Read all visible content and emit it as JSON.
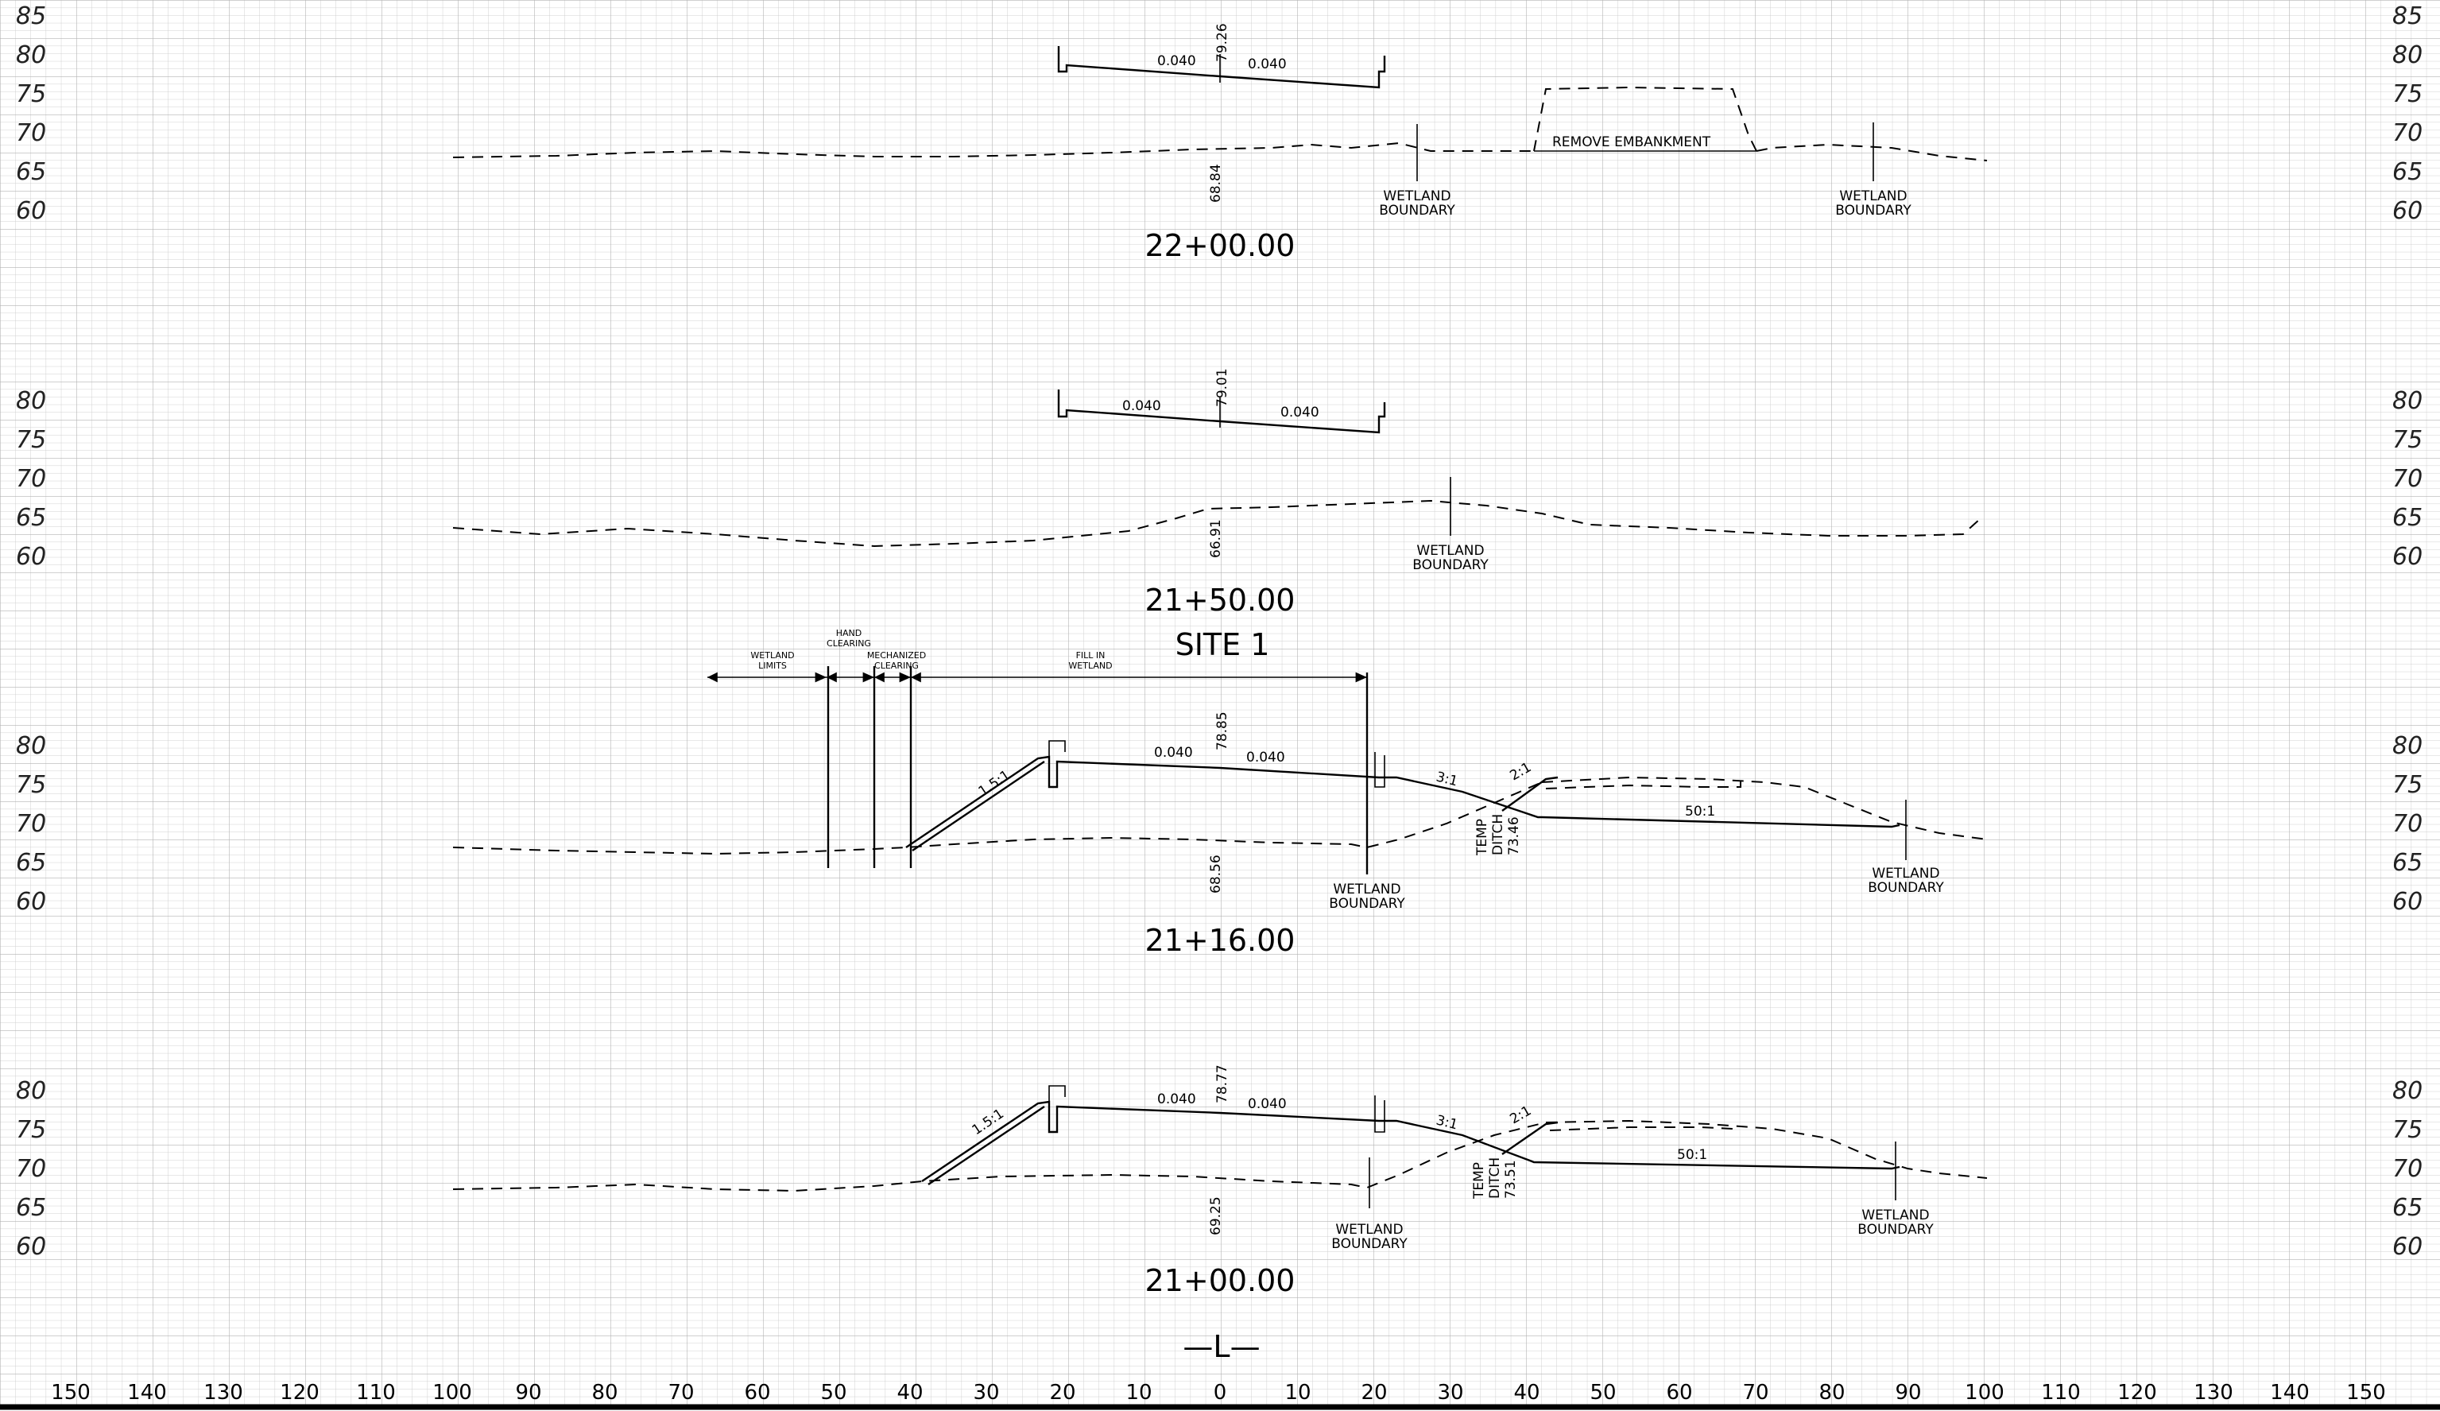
{
  "sections": [
    {
      "station": "22+00.00",
      "elevations": [
        "85",
        "80",
        "75",
        "70",
        "65",
        "60"
      ],
      "slope_left": "0.040",
      "slope_right": "0.040",
      "crown_elev": "79.26",
      "ground_elev": "68.84",
      "annotations": {
        "remove": "REMOVE EMBANKMENT"
      },
      "wetland_labels": [
        [
          "WETLAND",
          "BOUNDARY"
        ],
        [
          "WETLAND",
          "BOUNDARY"
        ]
      ]
    },
    {
      "station": "21+50.00",
      "elevations": [
        "80",
        "75",
        "70",
        "65",
        "60"
      ],
      "slope_left": "0.040",
      "slope_right": "0.040",
      "crown_elev": "79.01",
      "ground_elev": "66.91",
      "wetland_labels": [
        [
          "WETLAND",
          "BOUNDARY"
        ]
      ]
    },
    {
      "station": "21+16.00",
      "elevations": [
        "80",
        "75",
        "70",
        "65",
        "60"
      ],
      "slope_left": "0.040",
      "slope_right": "0.040",
      "crown_elev": "78.85",
      "ground_elev": "68.56",
      "side_slope": "1.5:1",
      "slope_3": "3:1",
      "slope_2": "2:1",
      "slope_50": "50:1",
      "ditch": [
        "TEMP",
        "DITCH",
        "73.46"
      ],
      "wetland_labels": [
        [
          "WETLAND",
          "BOUNDARY"
        ],
        [
          "WETLAND",
          "BOUNDARY"
        ]
      ],
      "limits": {
        "wetland_limits": [
          "WETLAND",
          "LIMITS"
        ],
        "hand_clearing": [
          "HAND",
          "CLEARING"
        ],
        "mechanized_clearing": [
          "MECHANIZED",
          "CLEARING"
        ],
        "fill_in_wetland": [
          "FILL IN",
          "WETLAND"
        ]
      }
    },
    {
      "station": "21+00.00",
      "elevations": [
        "80",
        "75",
        "70",
        "65",
        "60"
      ],
      "slope_left": "0.040",
      "slope_right": "0.040",
      "crown_elev": "78.77",
      "ground_elev": "69.25",
      "side_slope": "1.5:1",
      "slope_3": "3:1",
      "slope_2": "2:1",
      "slope_50": "50:1",
      "ditch": [
        "TEMP",
        "DITCH",
        "73.51"
      ],
      "wetland_labels": [
        [
          "WETLAND",
          "BOUNDARY"
        ],
        [
          "WETLAND",
          "BOUNDARY"
        ]
      ]
    }
  ],
  "site_label": "SITE 1",
  "centerline_label": "—L—",
  "offset_axis": [
    "150",
    "140",
    "130",
    "120",
    "110",
    "100",
    "90",
    "80",
    "70",
    "60",
    "50",
    "40",
    "30",
    "20",
    "10",
    "0",
    "10",
    "20",
    "30",
    "40",
    "50",
    "60",
    "70",
    "80",
    "90",
    "100",
    "110",
    "120",
    "130",
    "140",
    "150"
  ]
}
